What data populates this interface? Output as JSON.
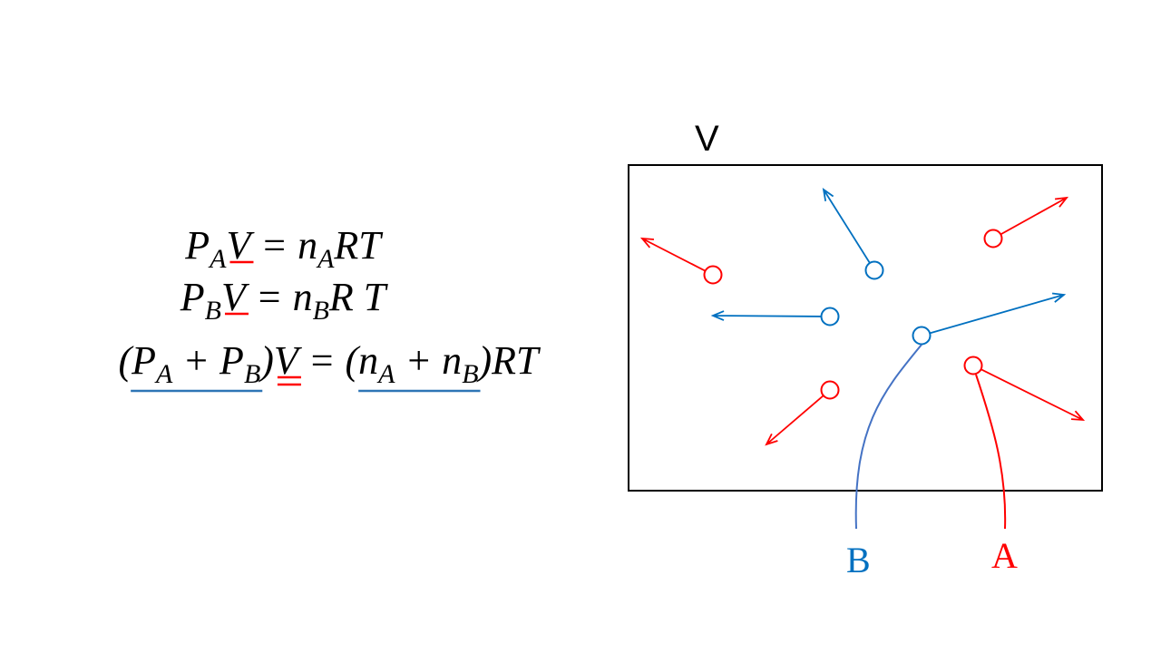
{
  "equations": [
    {
      "parts": [
        [
          "P",
          ""
        ],
        [
          "A",
          "sub"
        ],
        [
          "V",
          "red-ul"
        ],
        [
          " = ",
          ""
        ],
        [
          "n",
          ""
        ],
        [
          "A",
          "sub"
        ],
        [
          "RT",
          ""
        ]
      ]
    },
    {
      "parts": [
        [
          "P",
          ""
        ],
        [
          "B",
          "sub"
        ],
        [
          "V",
          "red-ul"
        ],
        [
          " = ",
          ""
        ],
        [
          "n",
          ""
        ],
        [
          "B",
          "sub"
        ],
        [
          "R T",
          ""
        ]
      ]
    },
    {
      "parts": [
        [
          "(",
          ""
        ],
        [
          "P",
          "blue-start"
        ],
        [
          "A",
          "sub"
        ],
        [
          " + P",
          ""
        ],
        [
          "B",
          "sub-blue-end"
        ],
        [
          ")",
          ""
        ],
        [
          "V",
          "red-dul"
        ],
        [
          " = (",
          ""
        ],
        [
          "n",
          "blue-start"
        ],
        [
          "A",
          "sub"
        ],
        [
          " + n",
          ""
        ],
        [
          "B",
          "sub-blue-end"
        ],
        [
          ")RT",
          ""
        ]
      ]
    }
  ],
  "diagram": {
    "volume_label": "V",
    "label_a": "A",
    "label_b": "B",
    "colors": {
      "a": "#FF0000",
      "b": "#0070C0",
      "box": "#000000"
    }
  }
}
